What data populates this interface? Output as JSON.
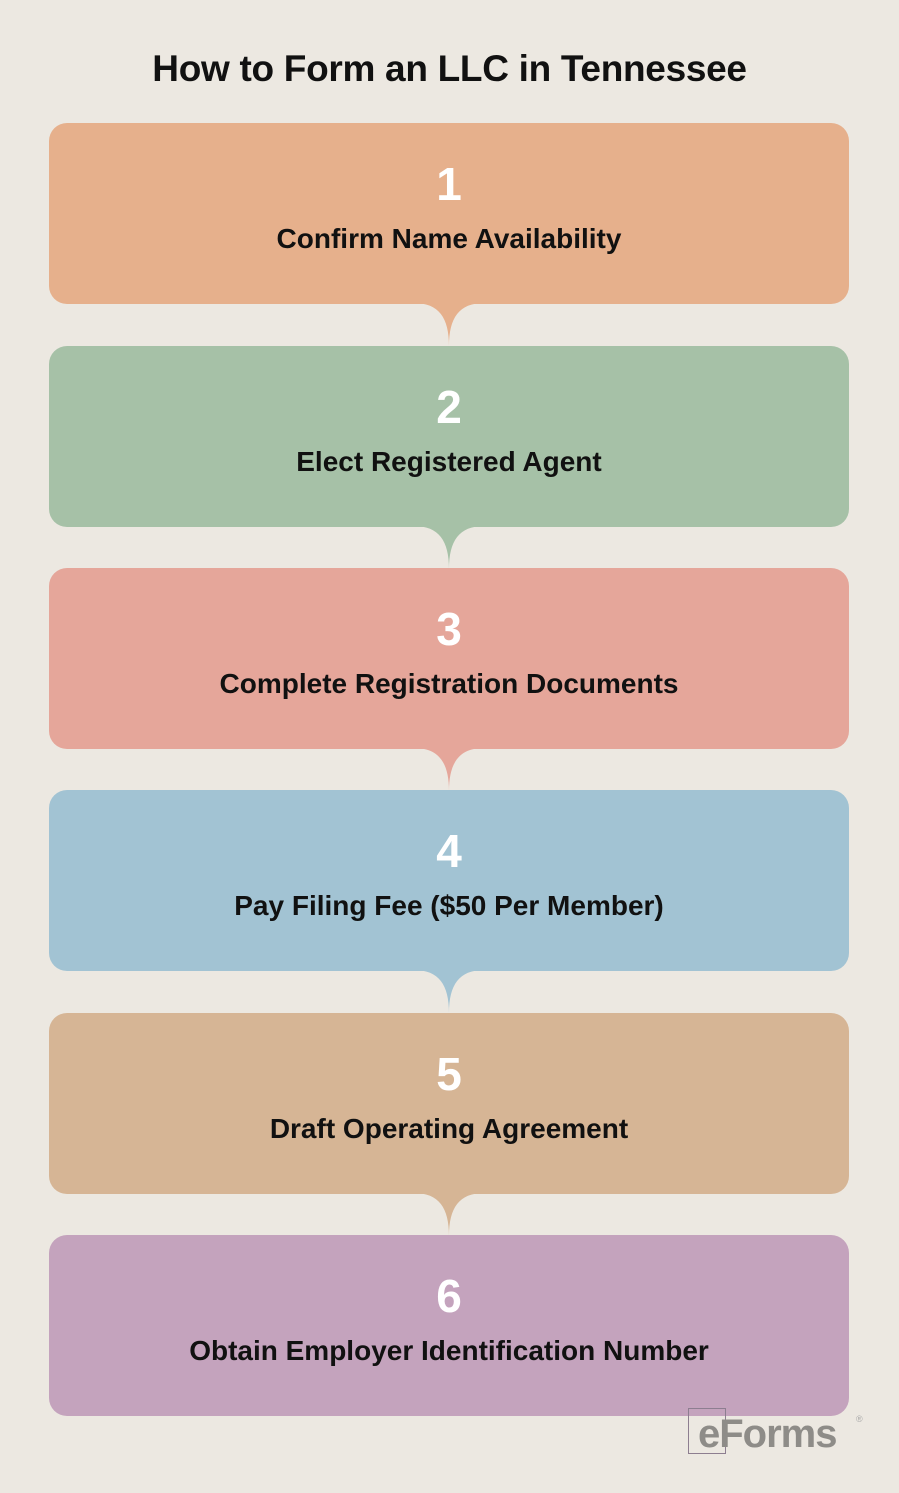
{
  "title": "How to Form an LLC in Tennessee",
  "steps": [
    {
      "number": "1",
      "label": "Confirm Name Availability",
      "color": "#E6B08C"
    },
    {
      "number": "2",
      "label": "Elect Registered Agent",
      "color": "#A6C1A7"
    },
    {
      "number": "3",
      "label": "Complete Registration Documents",
      "color": "#E5A69A"
    },
    {
      "number": "4",
      "label": "Pay Filing Fee ($50 Per Member)",
      "color": "#A2C3D3"
    },
    {
      "number": "5",
      "label": "Draft Operating Agreement",
      "color": "#D6B595"
    },
    {
      "number": "6",
      "label": "Obtain Employer Identification Number",
      "color": "#C4A3BD"
    }
  ],
  "logo": {
    "text": "eForms",
    "registered": "®"
  }
}
